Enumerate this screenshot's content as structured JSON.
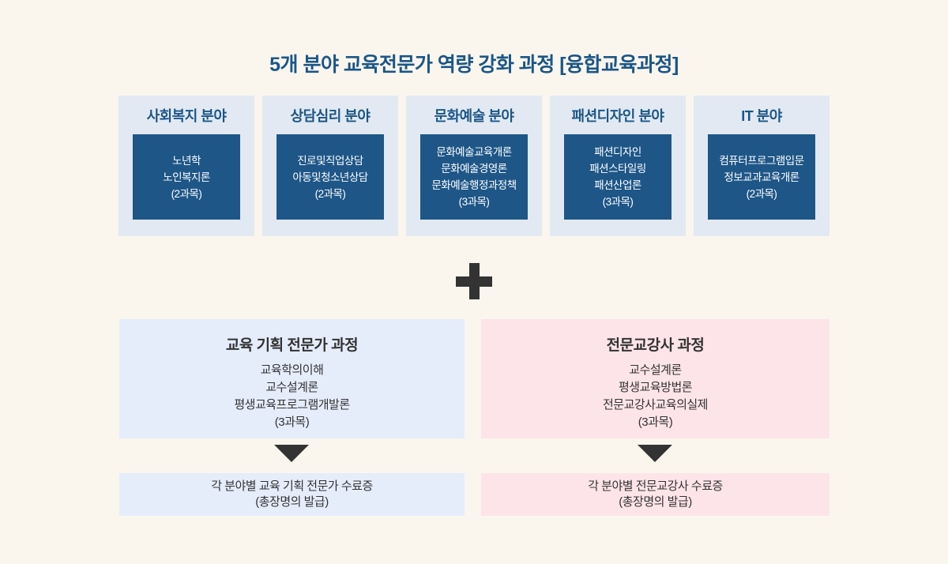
{
  "title": "5개 분야 교육전문가 역량 강화 과정 [융합교육과정]",
  "colors": {
    "page_background": "#FAF6EE",
    "field_column_background": "#E2E9F2",
    "field_box_background": "#1E5687",
    "heading_text": "#1B5687",
    "field_box_text": "#FFFFFF",
    "track_blue_background": "#E5EDFB",
    "track_pink_background": "#FDE4E9",
    "body_text": "#333333",
    "connector_color": "#333333"
  },
  "icons": {
    "plus": "plus-icon",
    "arrow_down_left": "triangle-down-icon",
    "arrow_down_right": "triangle-down-icon"
  },
  "fields": [
    {
      "name": "사회복지 분야",
      "subjects": [
        "노년학",
        "노인복지론",
        "(2과목)"
      ]
    },
    {
      "name": "상담심리 분야",
      "subjects": [
        "진로및직업상담",
        "아동및청소년상담",
        "(2과목)"
      ]
    },
    {
      "name": "문화예술 분야",
      "subjects": [
        "문화예술교육개론",
        "문화예술경영론",
        "문화예술행정과정책",
        "(3과목)"
      ]
    },
    {
      "name": "패션디자인 분야",
      "subjects": [
        "패션디자인",
        "패션스타일링",
        "패션산업론",
        "(3과목)"
      ]
    },
    {
      "name": "IT 분야",
      "subjects": [
        "컴퓨터프로그램입문",
        "정보교과교육개론",
        "(2과목)"
      ]
    }
  ],
  "tracks": [
    {
      "title": "교육 기획 전문가 과정",
      "subjects": [
        "교육학의이해",
        "교수설계론",
        "평생교육프로그램개발론",
        "(3과목)"
      ],
      "certificate": [
        "각 분야별 교육 기획 전문가 수료증",
        "(총장명의 발급)"
      ]
    },
    {
      "title": "전문교강사 과정",
      "subjects": [
        "교수설계론",
        "평생교육방법론",
        "전문교강사교육의실제",
        "(3과목)"
      ],
      "certificate": [
        "각 분야별 전문교강사 수료증",
        "(총장명의 발급)"
      ]
    }
  ]
}
